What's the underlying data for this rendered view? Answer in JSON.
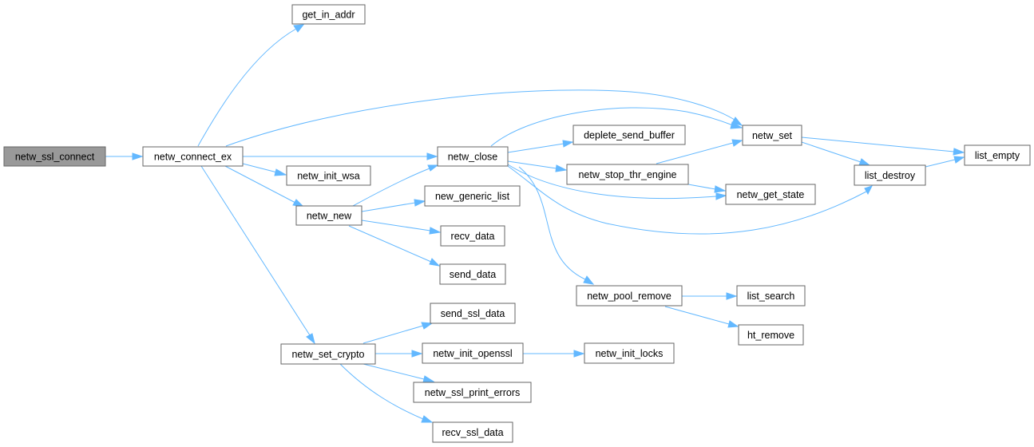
{
  "graph": {
    "edge_color": "#63b8ff",
    "node_border_color": "#666666",
    "root_fill_color": "#999999",
    "nodes": {
      "netw_ssl_connect": "netw_ssl_connect",
      "netw_connect_ex": "netw_connect_ex",
      "get_in_addr": "get_in_addr",
      "netw_init_wsa": "netw_init_wsa",
      "netw_new": "netw_new",
      "netw_set_crypto": "netw_set_crypto",
      "netw_close": "netw_close",
      "deplete_send_buffer": "deplete_send_buffer",
      "netw_stop_thr_engine": "netw_stop_thr_engine",
      "netw_set": "netw_set",
      "netw_get_state": "netw_get_state",
      "list_destroy": "list_destroy",
      "list_empty": "list_empty",
      "new_generic_list": "new_generic_list",
      "recv_data": "recv_data",
      "send_data": "send_data",
      "netw_pool_remove": "netw_pool_remove",
      "list_search": "list_search",
      "ht_remove": "ht_remove",
      "send_ssl_data": "send_ssl_data",
      "netw_init_openssl": "netw_init_openssl",
      "netw_init_locks": "netw_init_locks",
      "netw_ssl_print_errors": "netw_ssl_print_errors",
      "recv_ssl_data": "recv_ssl_data"
    }
  }
}
